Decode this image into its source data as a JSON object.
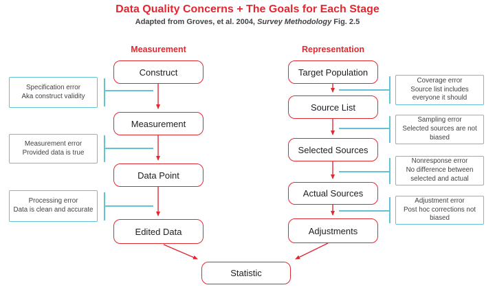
{
  "title": "Data Quality Concerns + The Goals for Each Stage",
  "subtitle": {
    "prefix": "Adapted from Groves, et al. 2004, ",
    "italic": "Survey Methodology",
    "suffix": " Fig. 2.5"
  },
  "colors": {
    "accent_red": "#e02830",
    "accent_teal": "#62c3d6"
  },
  "columns": {
    "measurement": {
      "header": "Measurement",
      "stages": [
        "Construct",
        "Measurement",
        "Data Point",
        "Edited Data"
      ]
    },
    "representation": {
      "header": "Representation",
      "stages": [
        "Target Population",
        "Source List",
        "Selected Sources",
        "Actual Sources",
        "Adjustments"
      ]
    }
  },
  "final_stage": "Statistic",
  "errors_left": [
    {
      "title": "Specification error",
      "goal": "Aka construct validity"
    },
    {
      "title": "Measurement error",
      "goal": "Provided data is true"
    },
    {
      "title": "Processing error",
      "goal": "Data is clean and accurate"
    }
  ],
  "errors_right": [
    {
      "title": "Coverage error",
      "goal": "Source list includes everyone it should"
    },
    {
      "title": "Sampling error",
      "goal": "Selected sources are not biased"
    },
    {
      "title": "Nonresponse error",
      "goal": "No difference between selected and actual"
    },
    {
      "title": "Adjustment error",
      "goal": "Post hoc corrections not biased"
    }
  ]
}
